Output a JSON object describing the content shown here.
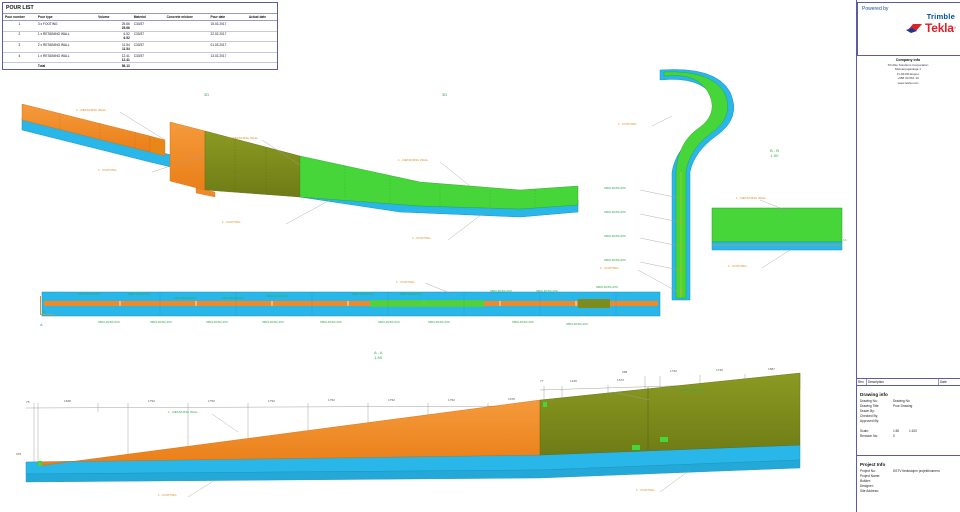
{
  "pour_list": {
    "title": "POUR LIST",
    "columns": [
      "Pour number",
      "Pour type",
      "Volume",
      "Material",
      "Concrete mixture",
      "Pour date",
      "Actual date"
    ],
    "rows": [
      {
        "number": "1",
        "type": "3 x FOOTING",
        "volume": "25.66",
        "volume_sub": "25.66",
        "material": "C30/37",
        "mixture": "",
        "pour_date": "15.02.2017",
        "actual_date": ""
      },
      {
        "number": "2",
        "type": "1 x RETAINING WALL",
        "volume": "6.52",
        "volume_sub": "6.52",
        "material": "C30/37",
        "mixture": "",
        "pour_date": "22.02.2017",
        "actual_date": ""
      },
      {
        "number": "3",
        "type": "2 x RETAINING WALL",
        "volume": "11.54",
        "volume_sub": "11.54",
        "material": "C30/37",
        "mixture": "",
        "pour_date": "01.03.2017",
        "actual_date": ""
      },
      {
        "number": "4",
        "type": "1 x RETAINING WALL",
        "volume": "12.41",
        "volume_sub": "12.41",
        "material": "C30/37",
        "mixture": "",
        "pour_date": "13.02.2017",
        "actual_date": ""
      }
    ],
    "total_label": "Total",
    "total_value": "56.13"
  },
  "logo": {
    "powered_by": "Powered by",
    "trimble": "Trimble",
    "tekla": "Tekla",
    "tm": "®"
  },
  "company_info": {
    "heading": "Company info",
    "lines": [
      "Trimble Solutions Corporation",
      "Metsanpojankuja 1",
      "FI-02130 Espoo",
      "+358 30 661 10",
      "www.tekla.com"
    ]
  },
  "revision_bar": {
    "rev": "Rev.",
    "description": "Description",
    "date": "Date"
  },
  "drawing_info": {
    "heading": "Drawing info",
    "rows": [
      {
        "key": "Drawing No:",
        "value": "Drawing No"
      },
      {
        "key": "Drawing Title:",
        "value": "Pour Drawing"
      },
      {
        "key": "Drawn By:",
        "value": ""
      },
      {
        "key": "Checked By:",
        "value": ""
      },
      {
        "key": "Approved By:",
        "value": ""
      }
    ],
    "scale_key": "Scale:",
    "scale_value_1": "1:50",
    "scale_value_2": "1:100",
    "revision_key": "Revision No:",
    "revision_value": "0"
  },
  "project_info": {
    "heading": "Project Info",
    "rows": [
      {
        "key": "Project No:",
        "value": "DSTV tiedostojen projektinumero"
      },
      {
        "key": "Project Name:",
        "value": ""
      },
      {
        "key": "Builder:",
        "value": ""
      },
      {
        "key": "Designer:",
        "value": ""
      },
      {
        "key": "Site Address:",
        "value": ""
      }
    ]
  },
  "views": {
    "view_3d_left": "3D",
    "view_3d_right": "3D",
    "section_bb": "B - B",
    "section_bb_scale": "1:50",
    "section_aa": "A - A",
    "section_aa_scale": "1:50",
    "mark_a": "A",
    "mark_a2": "A",
    "mark_b": "B",
    "mark_b2": "B"
  },
  "pour_tags": {
    "retaining_wall": "1 - RETAINING WALL",
    "footing": "1 - FOOTING"
  },
  "rebar_mark": "SBKLR150x150",
  "rebar_top_labels": [
    "SBKLR150x150",
    "SBKLR150x150",
    "SBKLR150x150",
    "SBKLR150x150",
    "SBKLR150x150",
    "SBKLR150x150",
    "SBKLR150x150",
    "SBKLR150x150"
  ],
  "rebar_bottom_labels": [
    "SBKLR150x150",
    "SBKLR150x150",
    "SBKLR150x150",
    "SBKLR150x150",
    "SBKLR150x150",
    "SBKLR150x150",
    "SBKLR150x150"
  ],
  "rebar_vertical_labels": [
    "SBKLR150x150",
    "SBKLR150x150",
    "SBKLR150x150",
    "SBKLR150x150"
  ],
  "elevation_dimensions_left": [
    "75",
    "1848",
    "1752",
    "1752",
    "1752",
    "1752",
    "1752",
    "1752",
    "1078"
  ],
  "elevation_dimensions_right": [
    "77",
    "1446",
    "1573",
    "288",
    "1732",
    "1749",
    "1587"
  ],
  "elevation_small_marks": [
    "376",
    "13",
    "1",
    "1"
  ],
  "colors": {
    "border": "#5b5ba8",
    "cyan": "#29b6e8",
    "orange": "#f08a28",
    "olive": "#7d8c1e",
    "green": "#46d63a",
    "label_green": "#2fae4e",
    "label_orange": "#e08a22",
    "trimble_blue": "#0050a0",
    "tekla_red": "#d8232a"
  }
}
